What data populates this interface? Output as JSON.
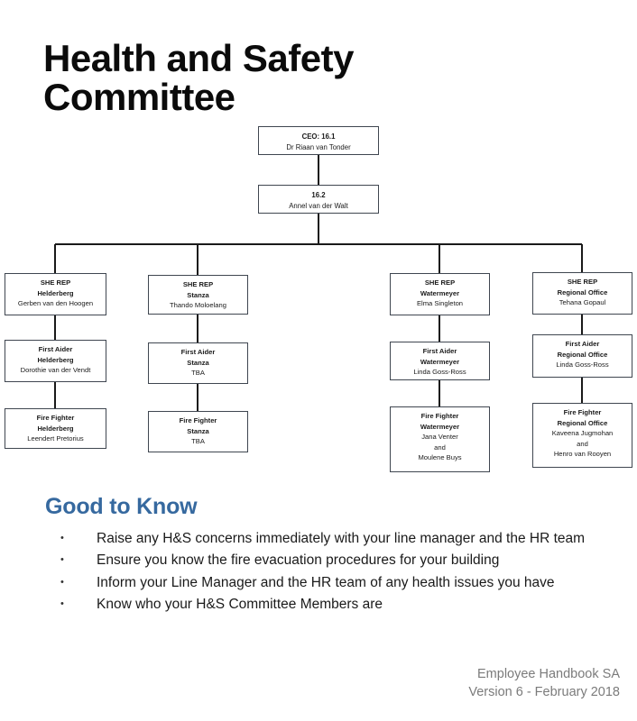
{
  "page_title": "Health and Safety\nCommittee",
  "colors": {
    "heading_blue": "#36699f",
    "box_border": "#3f4650",
    "footer_gray": "#7b7b7b",
    "text": "#1a1a1a",
    "background": "#ffffff"
  },
  "org_chart": {
    "nodes": {
      "ceo": {
        "line1": "CEO: 16.1",
        "line2": "Dr Riaan van Tonder"
      },
      "deputy": {
        "line1": "16.2",
        "line2": "Annel van der Walt"
      },
      "she_rep_helderberg": {
        "line1": "SHE REP",
        "line2": "Helderberg",
        "line3": "Gerben van den Hoogen"
      },
      "she_rep_stanza": {
        "line1": "SHE REP",
        "line2": "Stanza",
        "line3": "Thando Moloelang"
      },
      "she_rep_watermeyer": {
        "line1": "SHE REP",
        "line2": "Watermeyer",
        "line3": "Elma Singleton"
      },
      "she_rep_regional": {
        "line1": "SHE REP",
        "line2": "Regional Office",
        "line3": "Tehana Gopaul"
      },
      "first_aider_helderberg": {
        "line1": "First Aider",
        "line2": "Helderberg",
        "line3": "Dorothie van der Vendt"
      },
      "first_aider_stanza": {
        "line1": "First Aider",
        "line2": "Stanza",
        "line3": "TBA"
      },
      "first_aider_watermeyer": {
        "line1": "First Aider",
        "line2": "Watermeyer",
        "line3": "Linda Goss-Ross"
      },
      "first_aider_regional": {
        "line1": "First Aider",
        "line2": "Regional Office",
        "line3": "Linda Goss-Ross"
      },
      "fire_fighter_helderberg": {
        "line1": "Fire Fighter",
        "line2": "Helderberg",
        "line3": "Leendert Pretorius"
      },
      "fire_fighter_stanza": {
        "line1": "Fire Fighter",
        "line2": "Stanza",
        "line3": "TBA"
      },
      "fire_fighter_watermeyer": {
        "line1": "Fire Fighter",
        "line2": "Watermeyer",
        "line3": "Jana Venter",
        "line4": "and",
        "line5": "Moulene Buys"
      },
      "fire_fighter_regional": {
        "line1": "Fire Fighter",
        "line2": "Regional Office",
        "line3": "Kaveena Jugmohan",
        "line4": "and",
        "line5": "Henro van Rooyen"
      }
    }
  },
  "good_to_know": {
    "heading": "Good to Know",
    "bullets": [
      "Raise any H&S concerns immediately with your line manager and the HR team",
      "Ensure you know the fire evacuation procedures for your building",
      "Inform your Line Manager and the HR team of any health issues you have",
      "Know who your H&S Committee Members are"
    ]
  },
  "footer": {
    "line1": "Employee Handbook SA",
    "line2": "Version 6 - February 2018"
  }
}
